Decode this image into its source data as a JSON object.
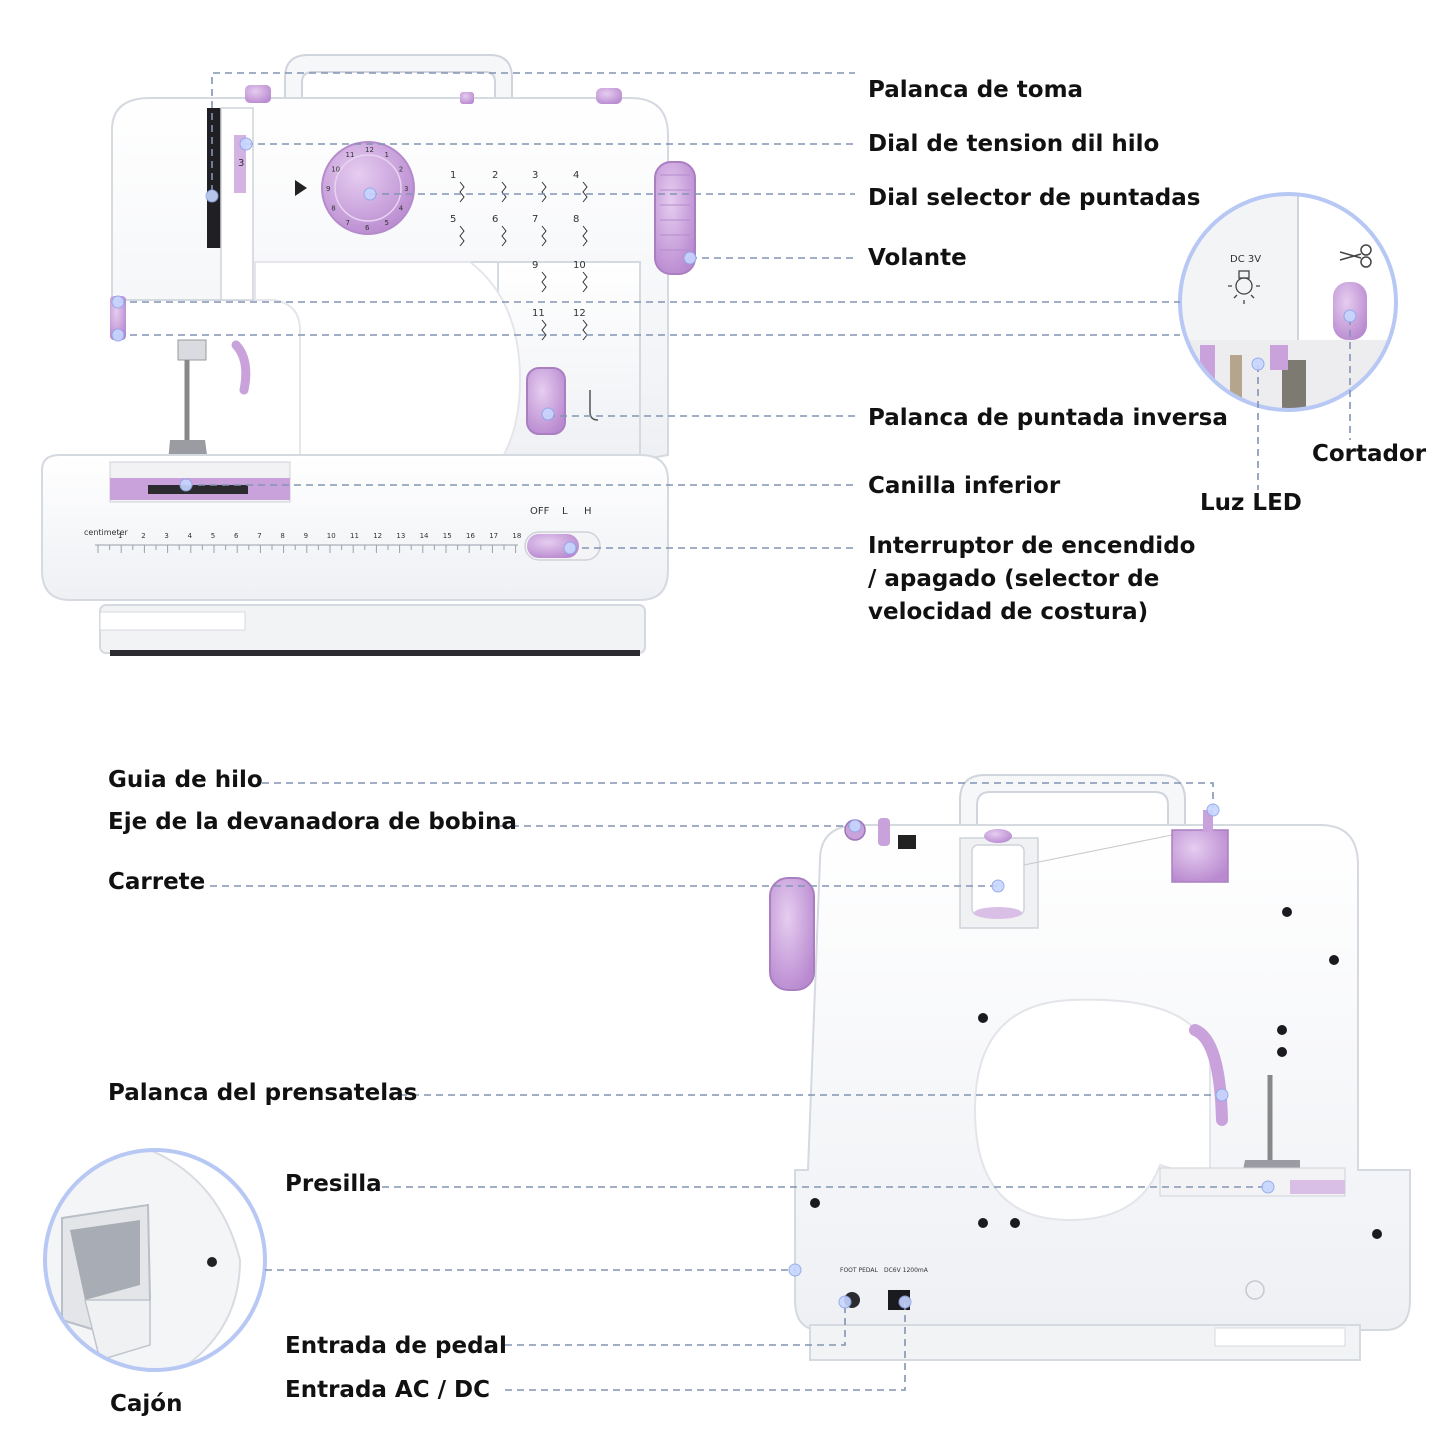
{
  "front_view": {
    "labels": {
      "take_up_lever": "Palanca de toma",
      "tension_dial": "Dial de tension dil hilo",
      "stitch_selector_dial": "Dial selector de puntadas",
      "handwheel": "Volante",
      "reverse_stitch_lever": "Palanca de puntada inversa",
      "lower_bobbin": "Canilla inferior",
      "power_switch": "Interruptor de encendido\n/ apagado (selector de\nvelocidad de costura)"
    },
    "switch_positions": [
      "OFF",
      "L",
      "H"
    ],
    "ruler_caption": "centimeter",
    "ruler_numbers": [
      "1",
      "2",
      "3",
      "4",
      "5",
      "6",
      "7",
      "8",
      "9",
      "10",
      "11",
      "12",
      "13",
      "14",
      "15",
      "16",
      "17",
      "18"
    ],
    "stitch_numbers": [
      "1",
      "2",
      "3",
      "4",
      "5",
      "6",
      "7",
      "8",
      "9",
      "10",
      "11",
      "12"
    ],
    "tension_mark": "3",
    "dial_numbers": [
      "12",
      "1",
      "2",
      "3",
      "4",
      "5",
      "6",
      "7",
      "8",
      "9",
      "10",
      "11"
    ]
  },
  "inset_light": {
    "voltage_text": "DC 3V",
    "labels": {
      "cutter": "Cortador",
      "led_light": "Luz LED"
    }
  },
  "back_view": {
    "labels": {
      "thread_guide": "Guia de hilo",
      "bobbin_winder_shaft": "Eje de la devanadora de bobina",
      "spool": "Carrete",
      "presser_foot_lever": "Palanca del prensatelas",
      "clip": "Presilla",
      "pedal_input": "Entrada de pedal",
      "ac_dc_input": "Entrada AC / DC"
    },
    "port_texts": {
      "foot_pedal": "FOOT PEDAL",
      "dc_input": "DC6V 1200mA"
    }
  },
  "drawer_inset": {
    "label": "Cajón"
  },
  "colors": {
    "body": "#ffffff",
    "body_outline": "#d9dce3",
    "accent_purple": "#c9a2dc",
    "accent_purple_dark": "#a77bc0",
    "leader_line": "#8294b4",
    "text": "#111111"
  }
}
